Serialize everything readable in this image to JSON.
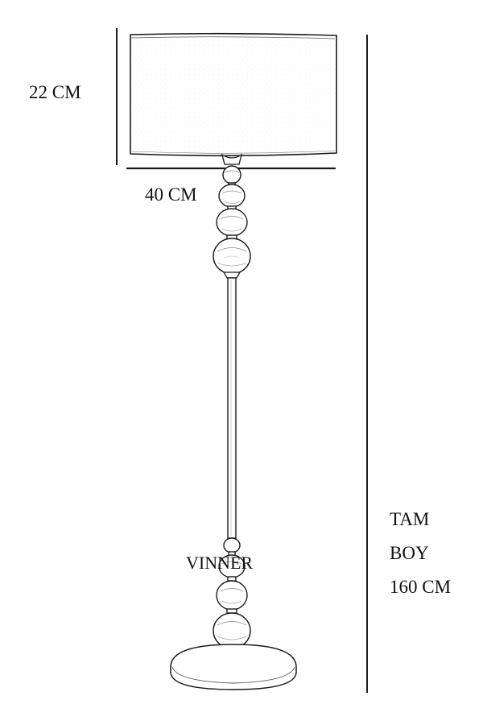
{
  "dimensions": {
    "shade_height": "22 CM",
    "shade_width": "40 CM",
    "total_line_1": "TAM",
    "total_line_2": "BOY",
    "total_line_3": "160 CM"
  },
  "brand": "VINNER",
  "colors": {
    "line": "#1a1a1a",
    "background": "#ffffff"
  }
}
